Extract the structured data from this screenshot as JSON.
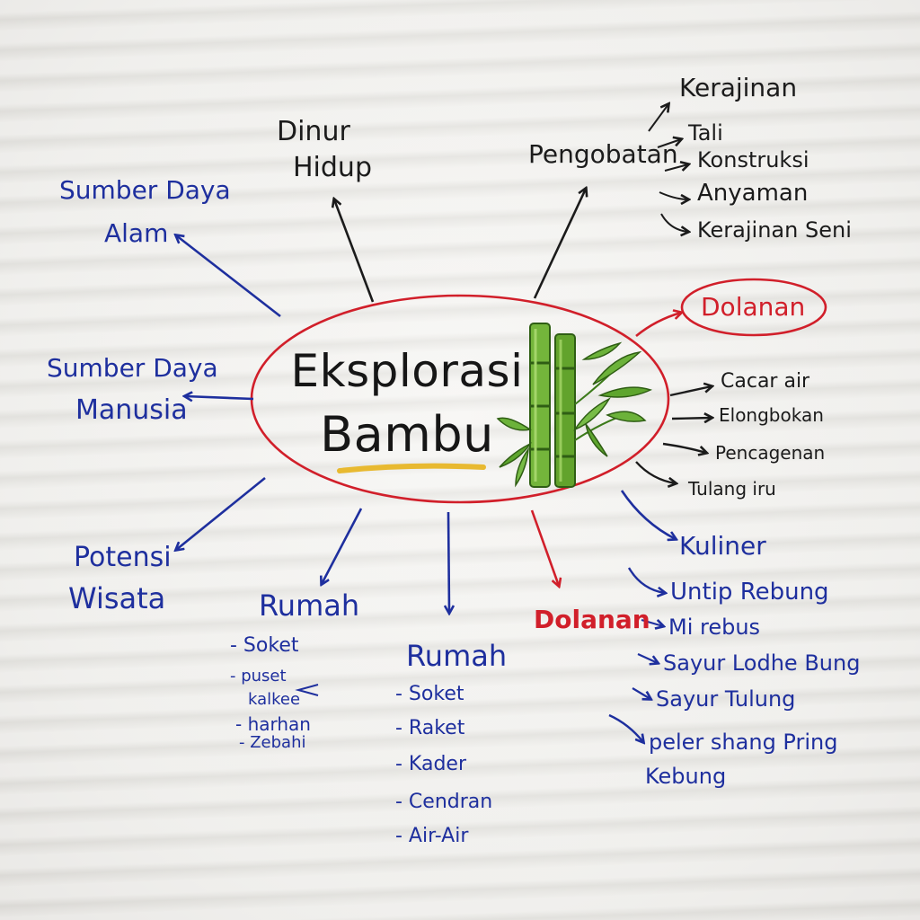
{
  "center": {
    "line1": "Eksplorasi",
    "line2": "Bambu"
  },
  "nodes": {
    "dinur_hidup": {
      "line1": "Dinur",
      "line2": "Hidup"
    },
    "pengobatan": "Pengobatan",
    "sumber_daya_alam": {
      "line1": "Sumber Daya",
      "line2": "Alam"
    },
    "sumber_daya_manusia": {
      "line1": "Sumber Daya",
      "line2": "Manusia"
    },
    "potensi_wisata": {
      "line1": "Potensi",
      "line2": "Wisata"
    },
    "rumah_left": "Rumah",
    "rumah_center": "Rumah",
    "dolanan_top": "Dolanan",
    "dolanan_bottom": "Dolanan",
    "kuliner": "Kuliner"
  },
  "lists": {
    "pengobatan_items": [
      "Kerajinan",
      "Tali",
      "Konstruksi",
      "Anyaman",
      "Kerajinan Seni"
    ],
    "dolanan_items": [
      "Cacar air",
      "Elongbokan",
      "Pencagenan",
      "Tulang iru"
    ],
    "rumah_left_items": [
      "- Soket",
      "- puset",
      "kalkee",
      "- harhan",
      "- Zebahi"
    ],
    "rumah_center_items": [
      "- Soket",
      "- Raket",
      "- Kader",
      "- Cendran",
      "- Air-Air"
    ],
    "kuliner_items": [
      "Untip Rebung",
      "Mi rebus",
      "Sayur Lodhe Bung",
      "Sayur Tulung",
      "peler shang Pring",
      "Kebung"
    ]
  },
  "colors": {
    "blue_ink": "#1e2f9e",
    "black_ink": "#1b1b1b",
    "red_ink": "#d11f2a",
    "bamboo_green": "#6aa832",
    "highlight_yellow": "#e8b930"
  },
  "icons": [
    "bamboo-illustration-icon"
  ]
}
